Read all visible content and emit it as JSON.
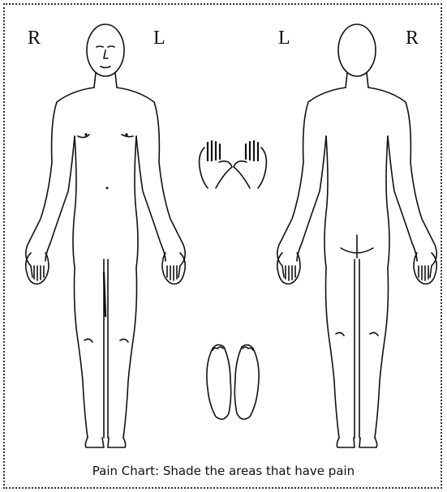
{
  "front_view": {
    "left_label": "R",
    "right_label": "L"
  },
  "back_view": {
    "left_label": "L",
    "right_label": "R"
  },
  "caption": "Pain Chart: Shade the areas that have pain",
  "colors": {
    "line": "#111111",
    "background": "#ffffff"
  }
}
